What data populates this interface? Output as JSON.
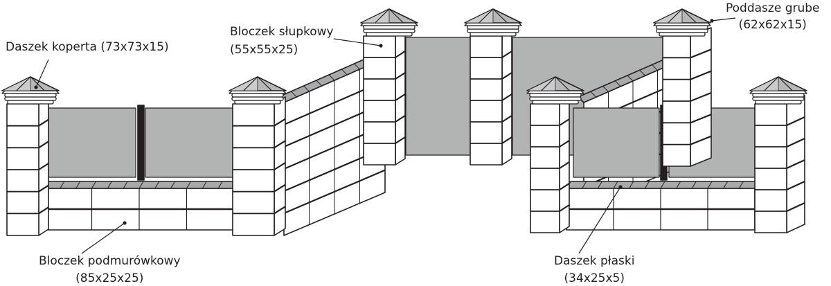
{
  "labels": {
    "daszek_koperta": {
      "name": "Daszek koperta",
      "size": "(73x73x15)"
    },
    "bloczek_slupkowy": {
      "name": "Bloczek słupkowy",
      "size": "(55x55x25)"
    },
    "poddasze_grube": {
      "name": "Poddasze grube",
      "size": "(62x62x15)"
    },
    "bloczek_podmurowkowy": {
      "name": "Bloczek podmurówkowy",
      "size": "(85x25x25)"
    },
    "daszek_plaski": {
      "name": "Daszek płaski",
      "size": "(34x25x5)"
    }
  },
  "colors": {
    "outline": "#231f20",
    "panel": "#b2b4b3",
    "coping": "#a7a9ac",
    "cap_top": "#b5b7b9",
    "background": "#ffffff"
  }
}
